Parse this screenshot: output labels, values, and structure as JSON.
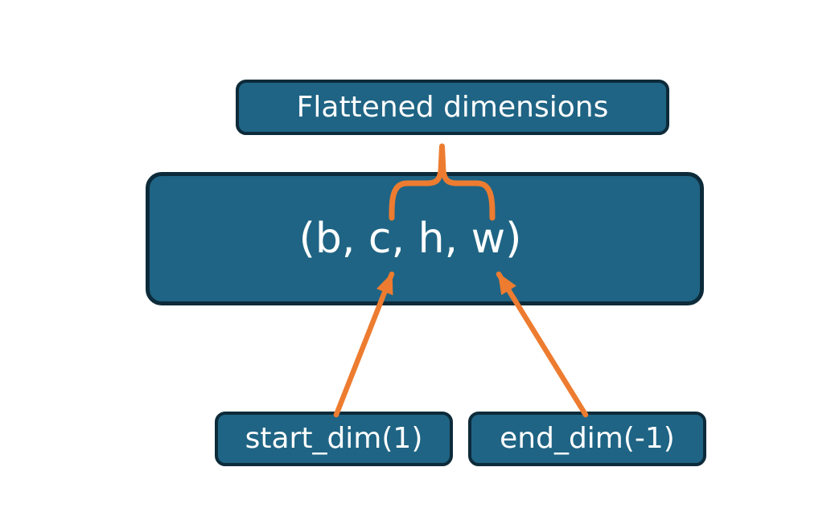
{
  "colors": {
    "background": "#ffffff",
    "node_fill": "#1f6484",
    "node_border": "#0d2b3a",
    "arrow": "#ed7c30",
    "text": "#ffffff"
  },
  "diagram": {
    "title_box": {
      "label": "Flattened dimensions"
    },
    "shape_box": {
      "label": "(b, c, h, w)"
    },
    "param_boxes": [
      {
        "label": "start_dim(1)"
      },
      {
        "label": "end_dim(-1)"
      }
    ]
  }
}
